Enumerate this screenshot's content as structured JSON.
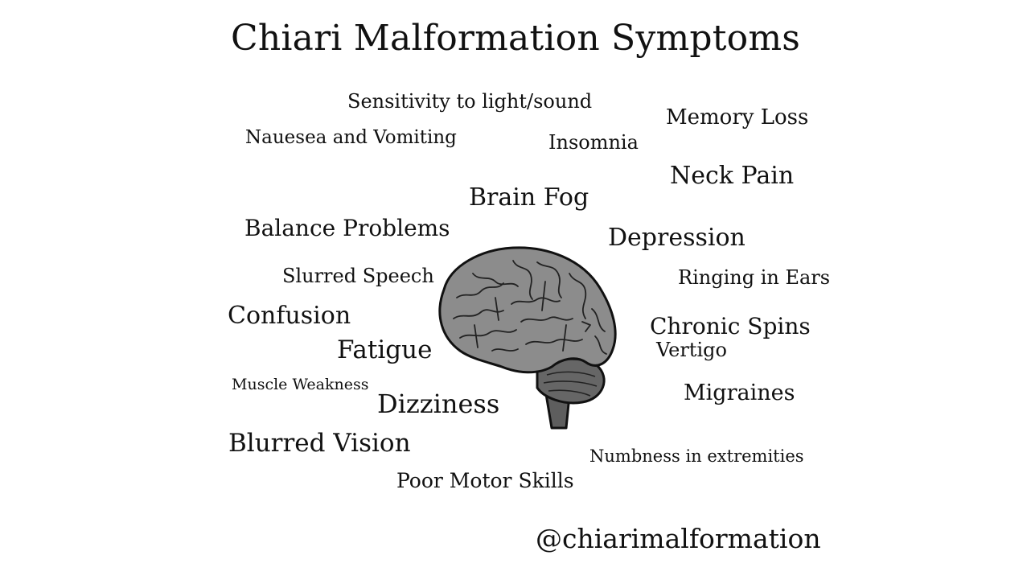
{
  "title": "Chiari Malformation Symptoms",
  "handle": "@chiarimalformation",
  "symptoms": [
    "Sensitivity to light/sound",
    "Memory Loss",
    "Nauesea and Vomiting",
    "Insomnia",
    "Neck Pain",
    "Brain Fog",
    "Balance Problems",
    "Depression",
    "Slurred Speech",
    "Ringing in Ears",
    "Confusion",
    "Chronic Spins",
    "Fatigue",
    "Vertigo",
    "Muscle Weakness",
    "Migraines",
    "Dizziness",
    "Blurred Vision",
    "Numbness in extremities",
    "Poor Motor Skills"
  ],
  "icon": "brain-icon"
}
